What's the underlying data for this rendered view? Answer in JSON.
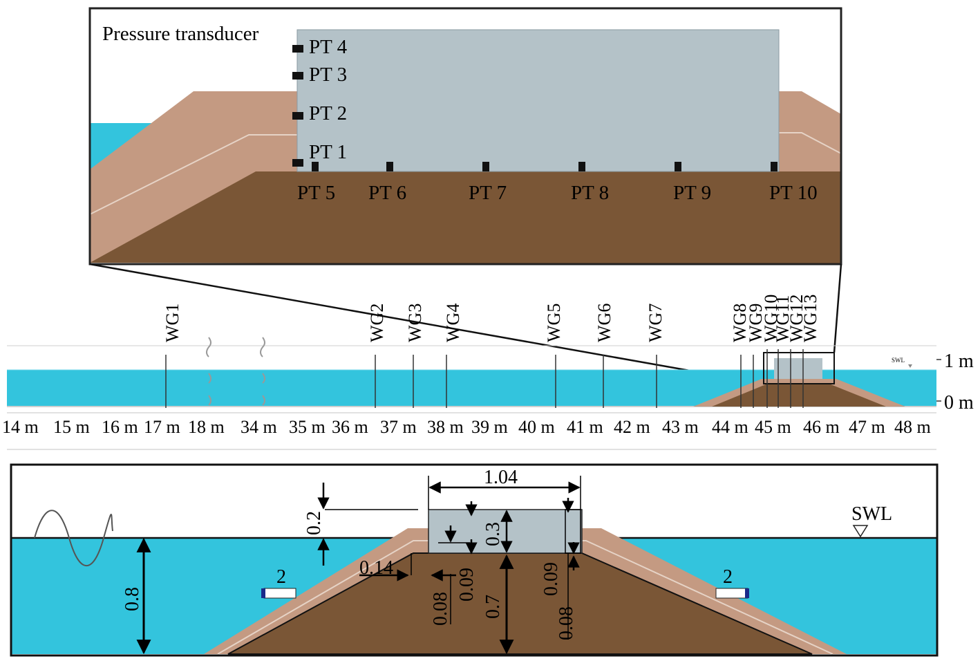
{
  "detail_view": {
    "title": "Pressure transducer",
    "wall_sensors": [
      "PT 4",
      "PT 3",
      "PT 2",
      "PT 1"
    ],
    "base_sensors": [
      "PT 5",
      "PT 6",
      "PT 7",
      "PT 8",
      "PT 9",
      "PT 10"
    ]
  },
  "flume": {
    "wave_gauges": [
      "WG1",
      "WG2",
      "WG3",
      "WG4",
      "WG5",
      "WG6",
      "WG7",
      "WG8",
      "WG9",
      "WG10",
      "WG11",
      "WG12",
      "WG13"
    ],
    "level_labels": [
      "1 m",
      "0 m"
    ],
    "swl_small": "SWL",
    "distance_ticks": [
      "14 m",
      "15 m",
      "16 m",
      "17 m",
      "18 m",
      "34 m",
      "35 m",
      "36 m",
      "37 m",
      "38 m",
      "39 m",
      "40 m",
      "41 m",
      "42 m",
      "43 m",
      "44 m",
      "45 m",
      "46 m",
      "47 m",
      "48 m"
    ]
  },
  "cross_section": {
    "swl_label": "SWL",
    "dimensions": {
      "width": "1.04",
      "freeboard": "0.2",
      "depth": "0.8",
      "block_height": "0.3",
      "berm": "0.14",
      "embed_left_a": "0.08",
      "embed_left_b": "0.09",
      "core_height": "0.7",
      "embed_right_a": "0.09",
      "embed_right_b": "0.08"
    },
    "slope_left": "2",
    "slope_right": "2"
  },
  "colors": {
    "water": "#33c4dd",
    "soil_dark": "#7a5636",
    "soil_light": "#c49a82",
    "structure": "#b4c2c8"
  }
}
